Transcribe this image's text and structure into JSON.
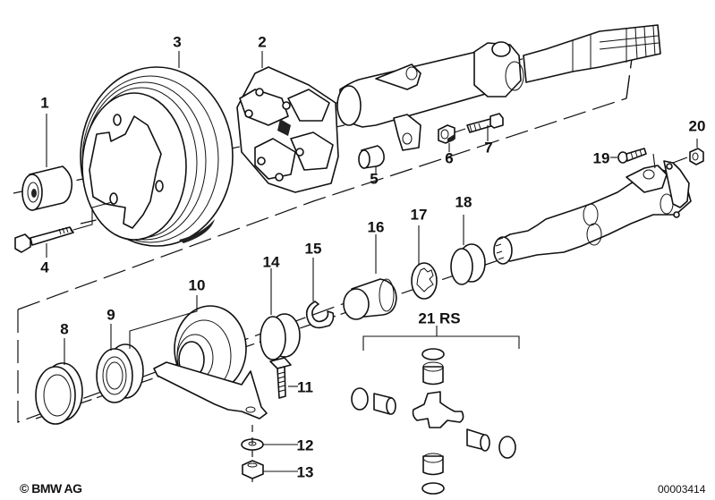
{
  "diagram": {
    "title": "Drive shaft - flexible disc / center bearing exploded view",
    "callouts": [
      {
        "id": "1",
        "label": "1"
      },
      {
        "id": "2",
        "label": "2"
      },
      {
        "id": "3",
        "label": "3"
      },
      {
        "id": "4",
        "label": "4"
      },
      {
        "id": "5",
        "label": "5"
      },
      {
        "id": "6",
        "label": "6"
      },
      {
        "id": "7",
        "label": "7"
      },
      {
        "id": "8",
        "label": "8"
      },
      {
        "id": "9",
        "label": "9"
      },
      {
        "id": "10",
        "label": "10"
      },
      {
        "id": "11",
        "label": "11"
      },
      {
        "id": "12",
        "label": "12"
      },
      {
        "id": "13",
        "label": "13"
      },
      {
        "id": "14",
        "label": "14"
      },
      {
        "id": "15",
        "label": "15"
      },
      {
        "id": "16",
        "label": "16"
      },
      {
        "id": "17",
        "label": "17"
      },
      {
        "id": "18",
        "label": "18"
      },
      {
        "id": "19",
        "label": "19"
      },
      {
        "id": "20",
        "label": "20"
      },
      {
        "id": "21",
        "label": "21 RS"
      }
    ],
    "parts": [
      {
        "callout": "1",
        "name": "centering sleeve"
      },
      {
        "callout": "2",
        "name": "flexible disc (guibo)"
      },
      {
        "callout": "3",
        "name": "vibration damper"
      },
      {
        "callout": "4",
        "name": "hex bolt"
      },
      {
        "callout": "5",
        "name": "spacer sleeve"
      },
      {
        "callout": "6",
        "name": "self-locking nut"
      },
      {
        "callout": "7",
        "name": "hex bolt"
      },
      {
        "callout": "8",
        "name": "grooved ring seal"
      },
      {
        "callout": "9",
        "name": "grooved ball bearing"
      },
      {
        "callout": "10",
        "name": "center mount"
      },
      {
        "callout": "11",
        "name": "square head bolt"
      },
      {
        "callout": "12",
        "name": "washer"
      },
      {
        "callout": "13",
        "name": "hex nut"
      },
      {
        "callout": "14",
        "name": "dust guard"
      },
      {
        "callout": "15",
        "name": "circlip"
      },
      {
        "callout": "16",
        "name": "clamping sleeve"
      },
      {
        "callout": "17",
        "name": "spacer ring"
      },
      {
        "callout": "18",
        "name": "dust guard"
      },
      {
        "callout": "19",
        "name": "hex bolt"
      },
      {
        "callout": "20",
        "name": "self-locking nut"
      },
      {
        "callout": "21 RS",
        "name": "universal joint repair kit"
      }
    ]
  },
  "footer": {
    "copyright": "© BMW AG",
    "document_number": "00003414"
  }
}
